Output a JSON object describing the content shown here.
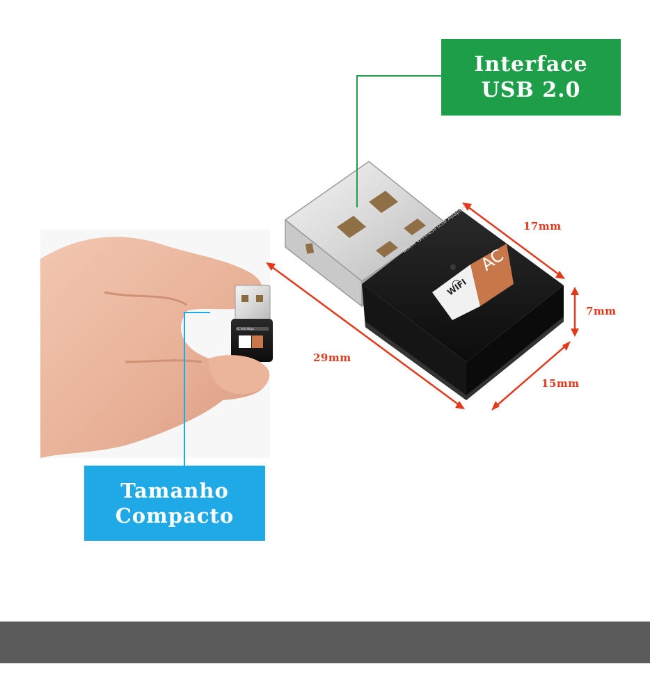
{
  "labels": {
    "interface_line1": "Interface",
    "interface_line2": "USB 2.0",
    "compact_line1": "Tamanho",
    "compact_line2": "Compacto"
  },
  "dimensions": {
    "width": "17mm",
    "height": "7mm",
    "length": "29mm",
    "depth": "15mm"
  },
  "device": {
    "badge_text": "AC",
    "wifi_text": "WIFI",
    "body_print": "600M Wireless USB Adapter",
    "small_print": "AC 600 Mbps"
  },
  "colors": {
    "interface_box": "#1f9e4a",
    "compact_box": "#1fa9e6",
    "dimension_lines": "#e0391c",
    "badge": "#c8774a",
    "bottom_bar": "#5b5b5b"
  },
  "icons": [
    "wifi-icon"
  ]
}
